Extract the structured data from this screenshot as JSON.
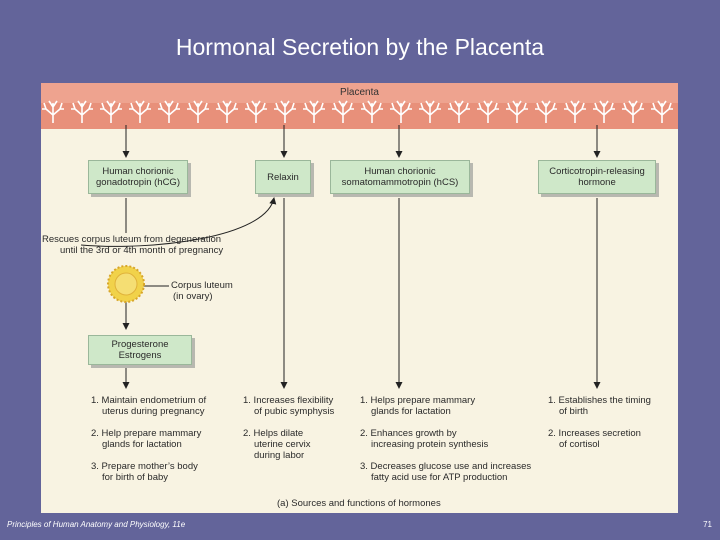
{
  "slide": {
    "title": "Hormonal Secretion by the Placenta",
    "footer_left": "Principles of Human Anatomy and Physiology, 11e",
    "page_number": "71"
  },
  "diagram": {
    "placenta_label": "Placenta",
    "hormones": [
      {
        "name_line1": "Human chorionic",
        "name_line2": "gonadotropin (hCG)"
      },
      {
        "name_line1": "Relaxin",
        "name_line2": ""
      },
      {
        "name_line1": "Human chorionic",
        "name_line2": "somatomammotropin (hCS)"
      },
      {
        "name_line1": "Corticotropin-releasing",
        "name_line2": "hormone"
      }
    ],
    "rescue_text_line1": "Rescues corpus luteum from degeneration",
    "rescue_text_line2": "until the 3rd or 4th month of pregnancy",
    "corpus_luteum_line1": "Corpus luteum",
    "corpus_luteum_line2": "(in ovary)",
    "steroid_box_line1": "Progesterone",
    "steroid_box_line2": "Estrogens",
    "functions": {
      "steroids": [
        [
          "1. Maintain endometrium of",
          "uterus during pregnancy"
        ],
        [
          "2. Help prepare mammary",
          "glands for lactation"
        ],
        [
          "3. Prepare mother’s body",
          "for birth of baby"
        ]
      ],
      "relaxin": [
        [
          "1. Increases flexibility",
          "of pubic symphysis"
        ],
        [
          "2. Helps dilate",
          "uterine cervix",
          "during labor"
        ]
      ],
      "hcs": [
        [
          "1. Helps prepare mammary",
          "glands for lactation"
        ],
        [
          "2. Enhances growth by",
          "increasing protein synthesis"
        ],
        [
          "3. Decreases glucose use and increases",
          "fatty acid use for ATP production"
        ]
      ],
      "crh": [
        [
          "1. Establishes the timing",
          "of birth"
        ],
        [
          "2. Increases secretion",
          "of cortisol"
        ]
      ]
    },
    "caption": "(a) Sources and functions of hormones"
  },
  "colors": {
    "background": "#63649a",
    "figure_bg": "#f8f3e2",
    "placenta": "#e8907a",
    "box_fill": "#cfe8c9"
  }
}
